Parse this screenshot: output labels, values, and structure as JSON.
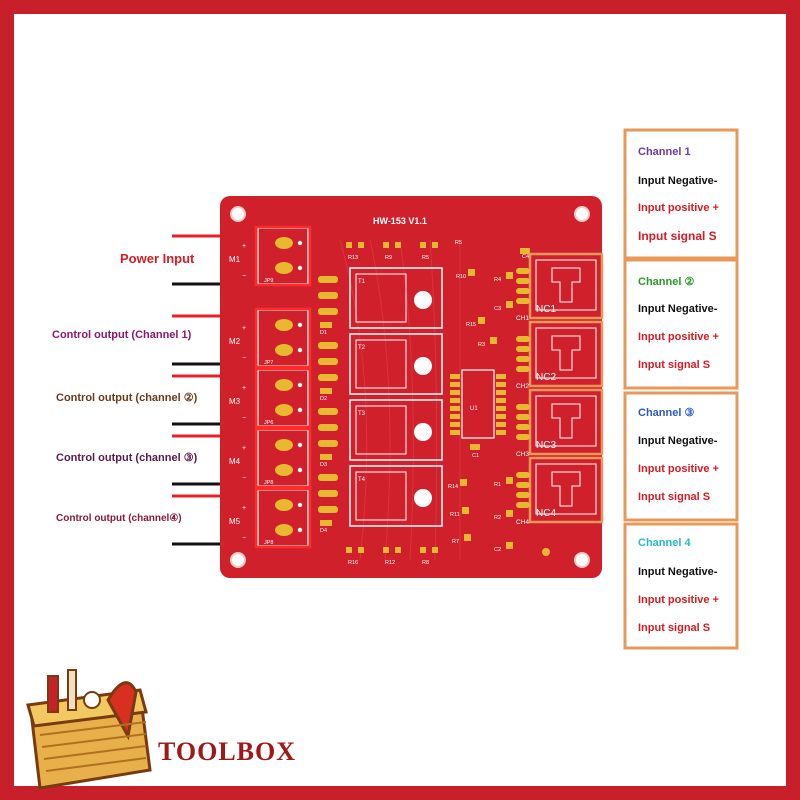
{
  "colors": {
    "frame": "#c8202a",
    "board": "#d0202c",
    "gold": "#e8b830",
    "box_outline": "#e89858",
    "wire_red": "#e8202a",
    "wire_black": "#111111",
    "power_label": "#d81c24",
    "ch1_label": "#8b1a6a",
    "ch2_label": "#6a3a1a",
    "ch3_label": "#5a1a4a",
    "ch4_label": "#8a1a3a",
    "box_ch1": "#6a3aa8",
    "box_ch2": "#2a9a2a",
    "box_ch3": "#2a5ac8",
    "box_ch4": "#2ab8c8",
    "box_red": "#d81c24"
  },
  "board": {
    "title": "HW-153 V1.1",
    "connectors": [
      {
        "name": "M1",
        "jp": "JP9"
      },
      {
        "name": "M2",
        "jp": "JP7"
      },
      {
        "name": "M3",
        "jp": "JP6"
      },
      {
        "name": "M4",
        "jp": "JP8"
      },
      {
        "name": "M5",
        "jp": "JP8"
      }
    ],
    "plus": "+",
    "minus": "−",
    "top_resistors": [
      "R13",
      "R9",
      "R5",
      "R5",
      "C4"
    ],
    "mosfets": [
      "T1",
      "T2",
      "T3",
      "T4"
    ],
    "diodes": [
      "D1",
      "D2",
      "D3",
      "D4"
    ],
    "ic": "U1",
    "cap": "C1",
    "channel_headers": [
      "CH1",
      "CH2",
      "CH3",
      "CH4"
    ],
    "relays": [
      "NC1",
      "NC2",
      "NC3",
      "NC4"
    ],
    "misc": [
      "R10",
      "R4",
      "R15",
      "C3",
      "R3",
      "R14",
      "R1",
      "R11",
      "R2",
      "R7",
      "C2"
    ],
    "bottom_resistors": [
      "R16",
      "R12",
      "R8"
    ]
  },
  "left_labels": [
    {
      "text": "Power Input",
      "color_key": "power_label"
    },
    {
      "text": "Control output (Channel 1)",
      "color_key": "ch1_label"
    },
    {
      "text": "Control output (channel ②)",
      "color_key": "ch2_label"
    },
    {
      "text": "Control output (channel ③)",
      "color_key": "ch3_label"
    },
    {
      "text": "Control output (channel④)",
      "color_key": "ch4_label"
    }
  ],
  "right_boxes": [
    {
      "title": "Channel 1",
      "neg": "Input Negative-",
      "pos": "Input positive +",
      "sig": "Input signal S",
      "title_color_key": "box_ch1"
    },
    {
      "title": "Channel ②",
      "neg": "Input Negative-",
      "pos": "Input positive +",
      "sig": "Input signal S",
      "title_color_key": "box_ch2"
    },
    {
      "title": "Channel ③",
      "neg": "Input Negative-",
      "pos": "Input positive +",
      "sig": "Input signal S",
      "title_color_key": "box_ch3"
    },
    {
      "title": "Channel 4",
      "neg": "Input Negative-",
      "pos": "Input positive +",
      "sig": "Input signal S",
      "title_color_key": "box_ch4"
    }
  ],
  "brand": {
    "name": "TOOLBOX",
    "color": "#a01818"
  }
}
